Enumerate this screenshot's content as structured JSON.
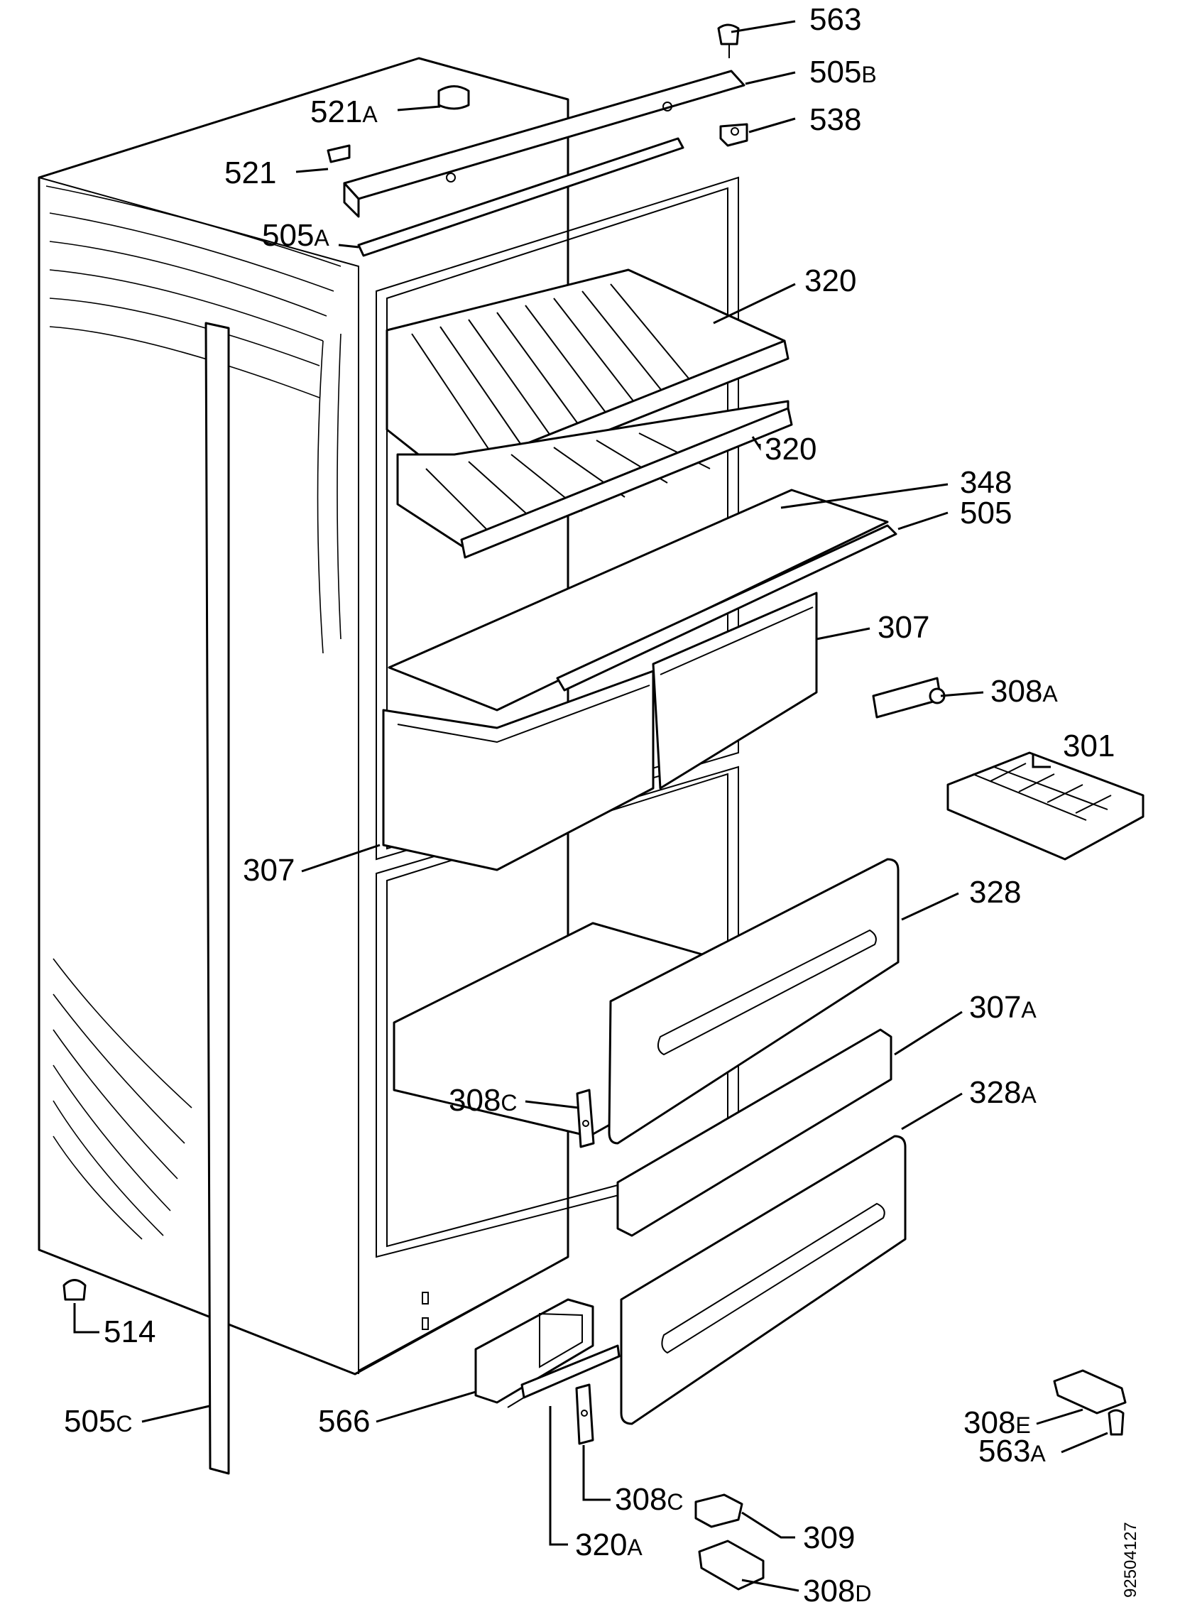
{
  "diagram": {
    "document_number": "92504127",
    "labels": [
      {
        "id": "563",
        "num": "563",
        "suffix": ""
      },
      {
        "id": "505B",
        "num": "505",
        "suffix": "B"
      },
      {
        "id": "521A",
        "num": "521",
        "suffix": "A"
      },
      {
        "id": "538",
        "num": "538",
        "suffix": ""
      },
      {
        "id": "521",
        "num": "521",
        "suffix": ""
      },
      {
        "id": "505A",
        "num": "505",
        "suffix": "A"
      },
      {
        "id": "320-upper",
        "num": "320",
        "suffix": ""
      },
      {
        "id": "320-lower",
        "num": "320",
        "suffix": ""
      },
      {
        "id": "348",
        "num": "348",
        "suffix": ""
      },
      {
        "id": "505",
        "num": "505",
        "suffix": ""
      },
      {
        "id": "307-right",
        "num": "307",
        "suffix": ""
      },
      {
        "id": "308A",
        "num": "308",
        "suffix": "A"
      },
      {
        "id": "301",
        "num": "301",
        "suffix": ""
      },
      {
        "id": "307-left",
        "num": "307",
        "suffix": ""
      },
      {
        "id": "328",
        "num": "328",
        "suffix": ""
      },
      {
        "id": "307A",
        "num": "307",
        "suffix": "A"
      },
      {
        "id": "308C-upper",
        "num": "308",
        "suffix": "C"
      },
      {
        "id": "328A",
        "num": "328",
        "suffix": "A"
      },
      {
        "id": "514",
        "num": "514",
        "suffix": ""
      },
      {
        "id": "505C",
        "num": "505",
        "suffix": "C"
      },
      {
        "id": "566",
        "num": "566",
        "suffix": ""
      },
      {
        "id": "308E",
        "num": "308",
        "suffix": "E"
      },
      {
        "id": "563A",
        "num": "563",
        "suffix": "A"
      },
      {
        "id": "308C-lower",
        "num": "308",
        "suffix": "C"
      },
      {
        "id": "309",
        "num": "309",
        "suffix": ""
      },
      {
        "id": "320A",
        "num": "320",
        "suffix": "A"
      },
      {
        "id": "308D",
        "num": "308",
        "suffix": "D"
      }
    ]
  }
}
